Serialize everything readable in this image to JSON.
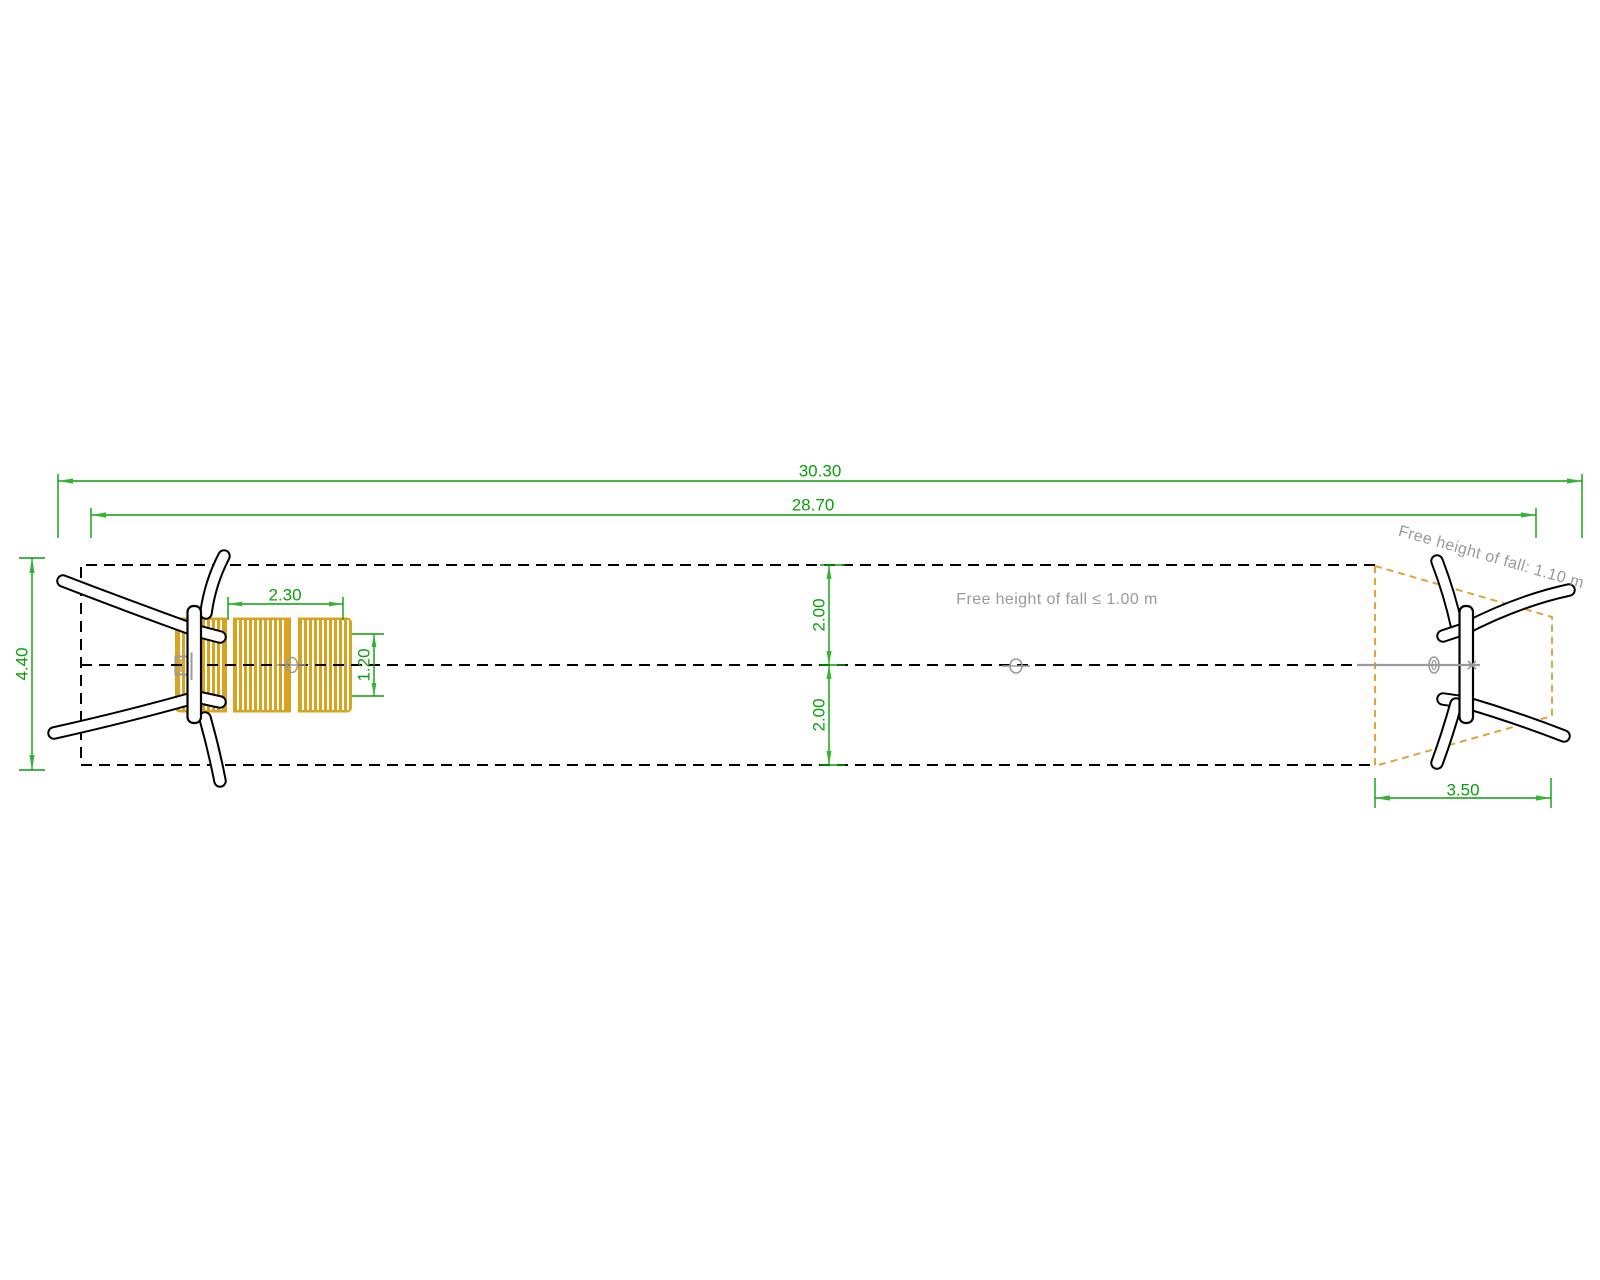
{
  "drawing": {
    "dimensions": {
      "total_length": "30.30",
      "inner_length": "28.70",
      "total_width": "4.40",
      "platform_length": "2.30",
      "track_width": "1.20",
      "zone_half_top": "2.00",
      "zone_half_bottom": "2.00",
      "end_zone_length": "3.50"
    },
    "annotations": {
      "free_height_main": "Free height of fall ≤ 1.00 m",
      "free_height_end": "Free height of fall: 1.10 m"
    },
    "colors": {
      "dimension_green": "#0a9e0a",
      "arrow_green": "#35b335",
      "platform_gold": "#d8a41f",
      "end_zone_orange": "#e2a33c",
      "annotation_gray": "#9a9a9a",
      "line_black": "#000000"
    }
  }
}
